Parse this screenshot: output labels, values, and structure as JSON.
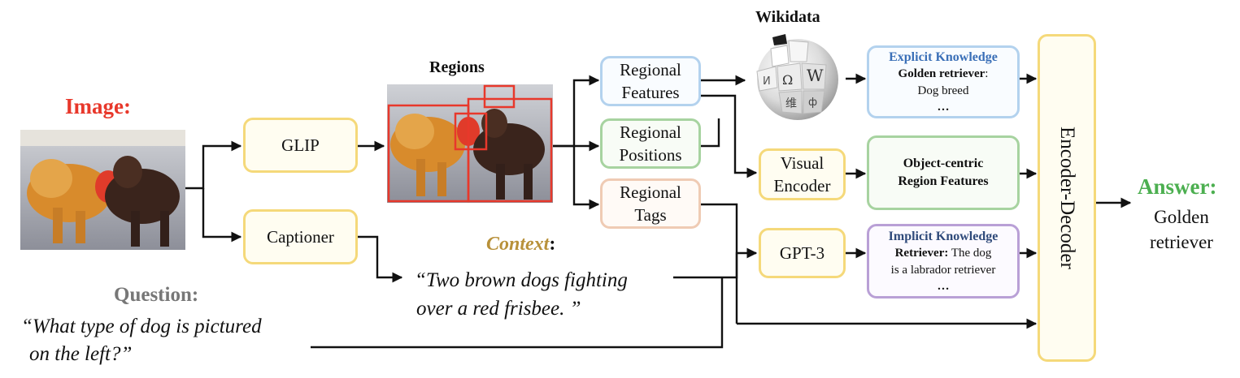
{
  "labels": {
    "image_title": "Image:",
    "regions_title": "Regions",
    "wikidata_title": "Wikidata",
    "context_title": "Context",
    "context_colon": ":",
    "context_text_line1": "“Two brown dogs fighting",
    "context_text_line2": "over a red frisbee. ”",
    "question_title": "Question:",
    "question_line1": "“What type of dog is pictured",
    "question_line2": "on the left?”",
    "answer_title": "Answer:",
    "answer_line1": "Golden",
    "answer_line2": "retriever"
  },
  "boxes": {
    "glip": "GLIP",
    "captioner": "Captioner",
    "regional_features": [
      "Regional",
      "Features"
    ],
    "regional_positions": [
      "Regional",
      "Positions"
    ],
    "regional_tags": [
      "Regional",
      "Tags"
    ],
    "visual_encoder": [
      "Visual",
      "Encoder"
    ],
    "gpt3": "GPT-3",
    "encoder_decoder": "Encoder-Decoder"
  },
  "knowledge": {
    "explicit_title": "Explicit Knowledge",
    "explicit_key": "Golden retriever",
    "explicit_colon": ":",
    "explicit_value": "Dog breed",
    "explicit_ellipsis": "…",
    "object_line1": "Object-centric",
    "object_line2": "Region Features",
    "implicit_title": "Implicit Knowledge",
    "implicit_key": "Retriever:",
    "implicit_value1": " The dog",
    "implicit_value2": "is a labrador retriever",
    "implicit_ellipsis": "…"
  },
  "colors": {
    "image_label": "#e8382b",
    "context_label": "#b8913a",
    "question_label": "#777777",
    "answer_label": "#4caf50",
    "explicit_title": "#3a6fb7",
    "implicit_title": "#2f4a7a",
    "region_box": "#e8382b"
  },
  "icons": {
    "wikidata": "wikipedia-globe-icon",
    "input_image": "two-dogs-photo",
    "regions_image": "two-dogs-photo-with-region-boxes"
  }
}
